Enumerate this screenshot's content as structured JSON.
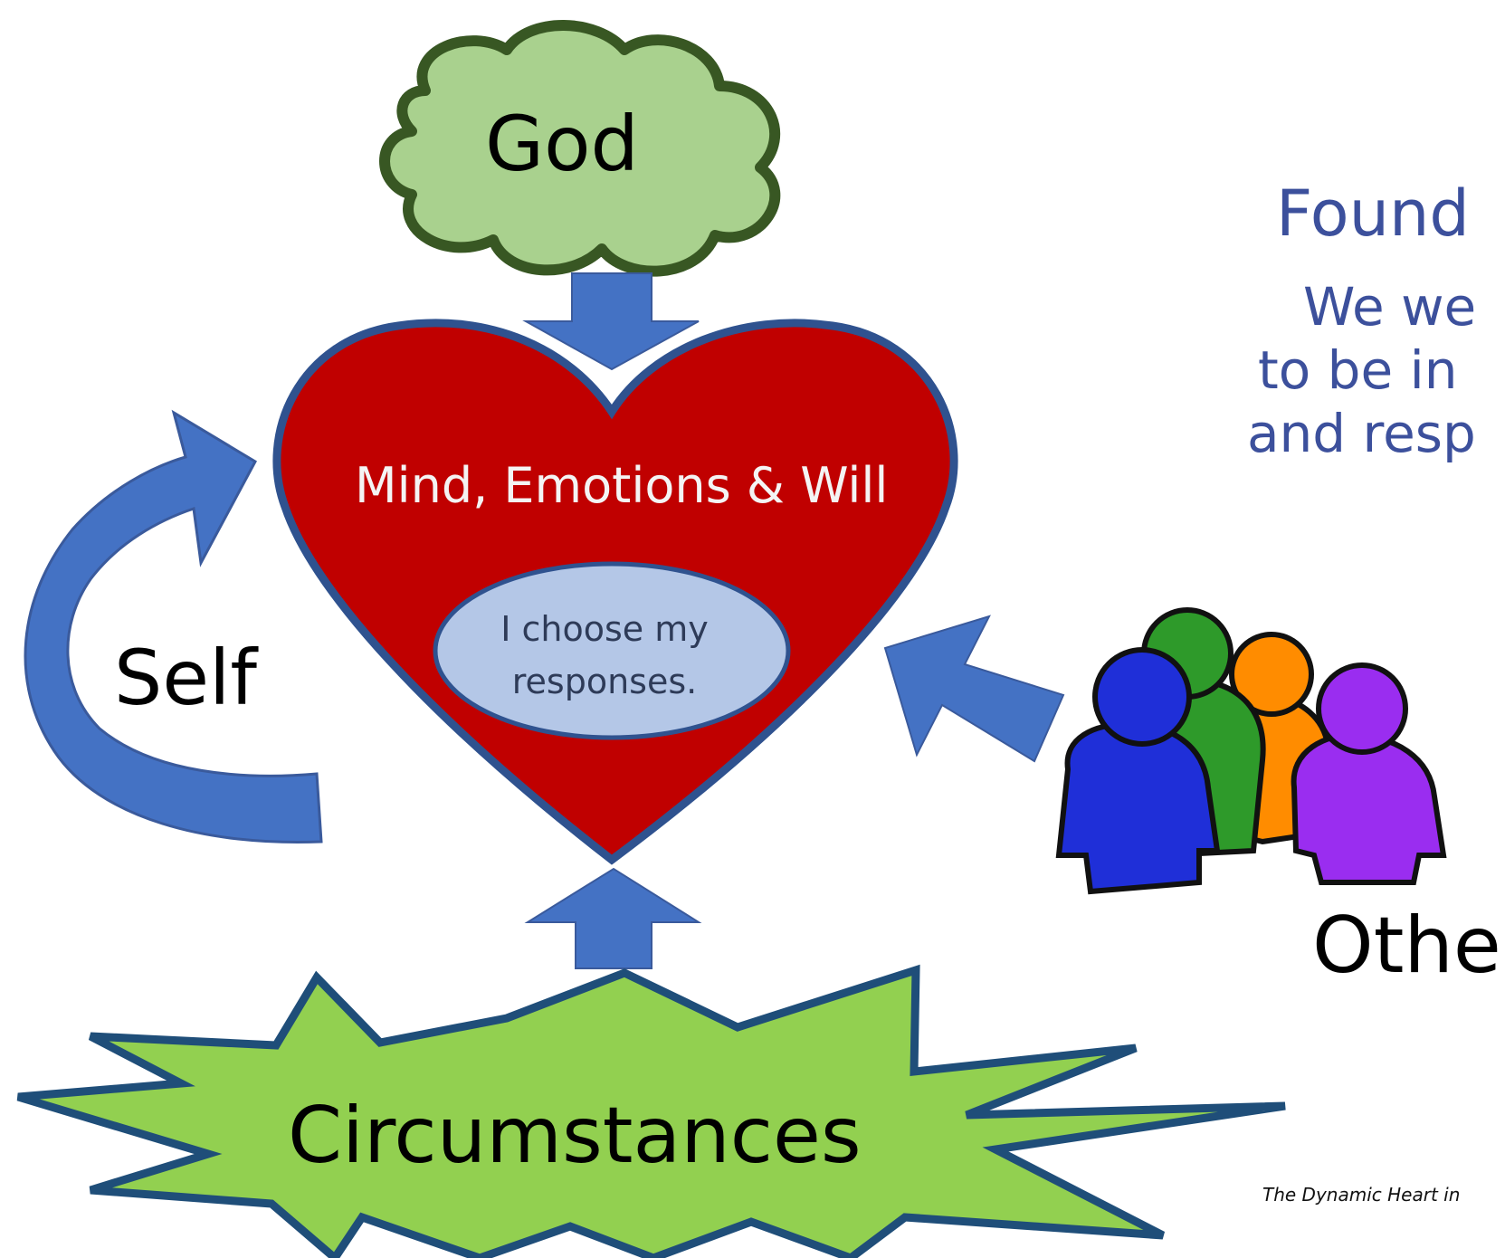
{
  "colors": {
    "arrow_fill": "#4472c4",
    "arrow_stroke": "#3a5a9c",
    "heart_fill": "#c00000",
    "heart_stroke": "#2f528f",
    "core_fill": "#b4c7e7",
    "cloud_fill": "#a9d18e",
    "cloud_stroke": "#385723",
    "burst_fill": "#92d050",
    "burst_stroke": "#1f4e79",
    "foundation_text": "#3c509c",
    "person_blue": "#1f2fd8",
    "person_green": "#2e9a2a",
    "person_orange": "#ff8c00",
    "person_purple": "#9a2df0"
  },
  "nodes": {
    "god": "God",
    "self": "Self",
    "others": "Others",
    "circumstances": "Circumstances",
    "heart": "Mind, Emotions & Will",
    "core": "I choose my responses."
  },
  "foundation": {
    "title": "Found",
    "lines": [
      "We we",
      "to be in",
      "and resp"
    ]
  },
  "citation": "The Dynamic Heart in",
  "icons": {
    "god": "cloud-icon",
    "others": "people-group-icon",
    "circumstances": "starburst-icon",
    "self": "circular-arrow-icon"
  }
}
